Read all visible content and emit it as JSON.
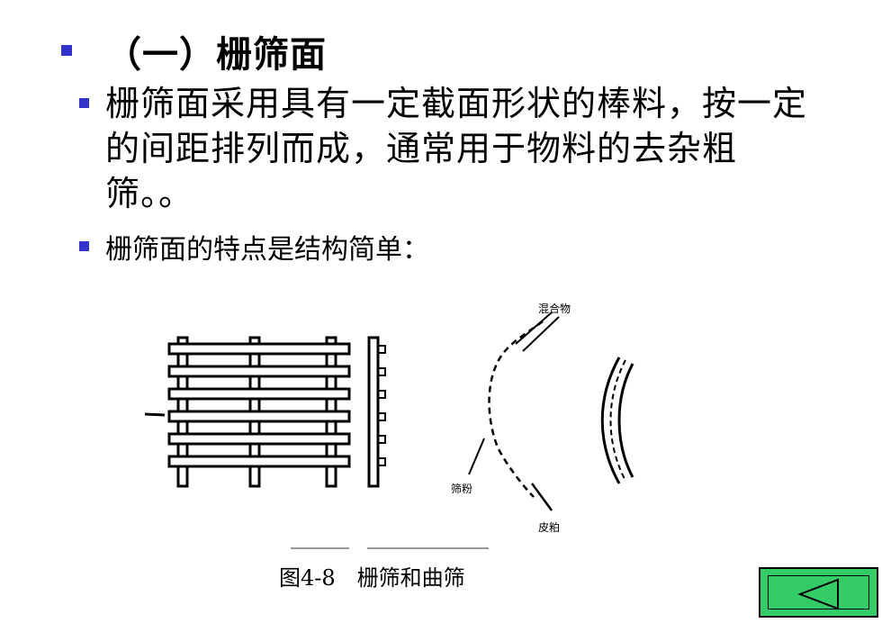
{
  "slide": {
    "title": "（一）栅筛面",
    "paragraph1": "栅筛面采用具有一定截面形状的棒料，按一定的间距排列而成，通常用于物料的去杂粗筛。。",
    "paragraph2": "栅筛面的特点是结构简单：",
    "caption": "图4-8　栅筛和曲筛"
  },
  "figure": {
    "label_top": "混合物",
    "label_left": "筛粉",
    "label_bottom": "皮粕"
  },
  "nav": {
    "back_icon": "left-triangle-icon"
  },
  "colors": {
    "bullet": "#3333cc",
    "nav_button": "#33cc66"
  }
}
